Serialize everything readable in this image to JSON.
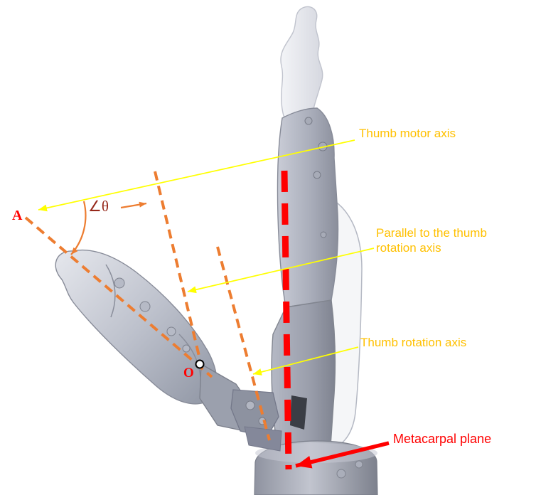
{
  "labels": {
    "thumb_motor_axis": "Thumb motor axis",
    "parallel_to_thumb_rotation_axis": "Parallel to the thumb rotation axis",
    "thumb_rotation_axis": "Thumb rotation axis",
    "metacarpal_plane": "Metacarpal plane",
    "angle_theta": "∠θ",
    "point_A": "A",
    "point_O": "O"
  },
  "colors": {
    "axis_line_yellow": "#FFFF00",
    "label_gold": "#FFC000",
    "dashed_orange": "#ED7D31",
    "metacarpal_red": "#FF0000",
    "angle_theta_red": "#96281B",
    "point_label_red": "#FF0000"
  }
}
